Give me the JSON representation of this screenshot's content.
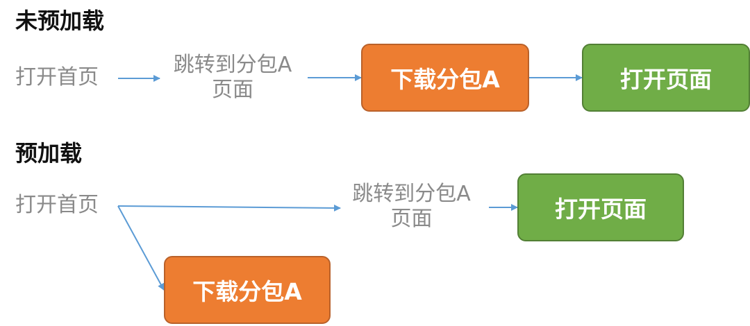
{
  "colors": {
    "arrow": "#5b9bd5",
    "orange": "#ed7d31",
    "green": "#70ad47"
  },
  "no_preload": {
    "title": "未预加载",
    "open_home": "打开首页",
    "jump_line1": "跳转到分包A",
    "jump_line2": "页面",
    "download": "下载分包A",
    "open_page": "打开页面"
  },
  "preload": {
    "title": "预加载",
    "open_home": "打开首页",
    "jump_line1": "跳转到分包A",
    "jump_line2": "页面",
    "open_page": "打开页面",
    "download": "下载分包A"
  }
}
